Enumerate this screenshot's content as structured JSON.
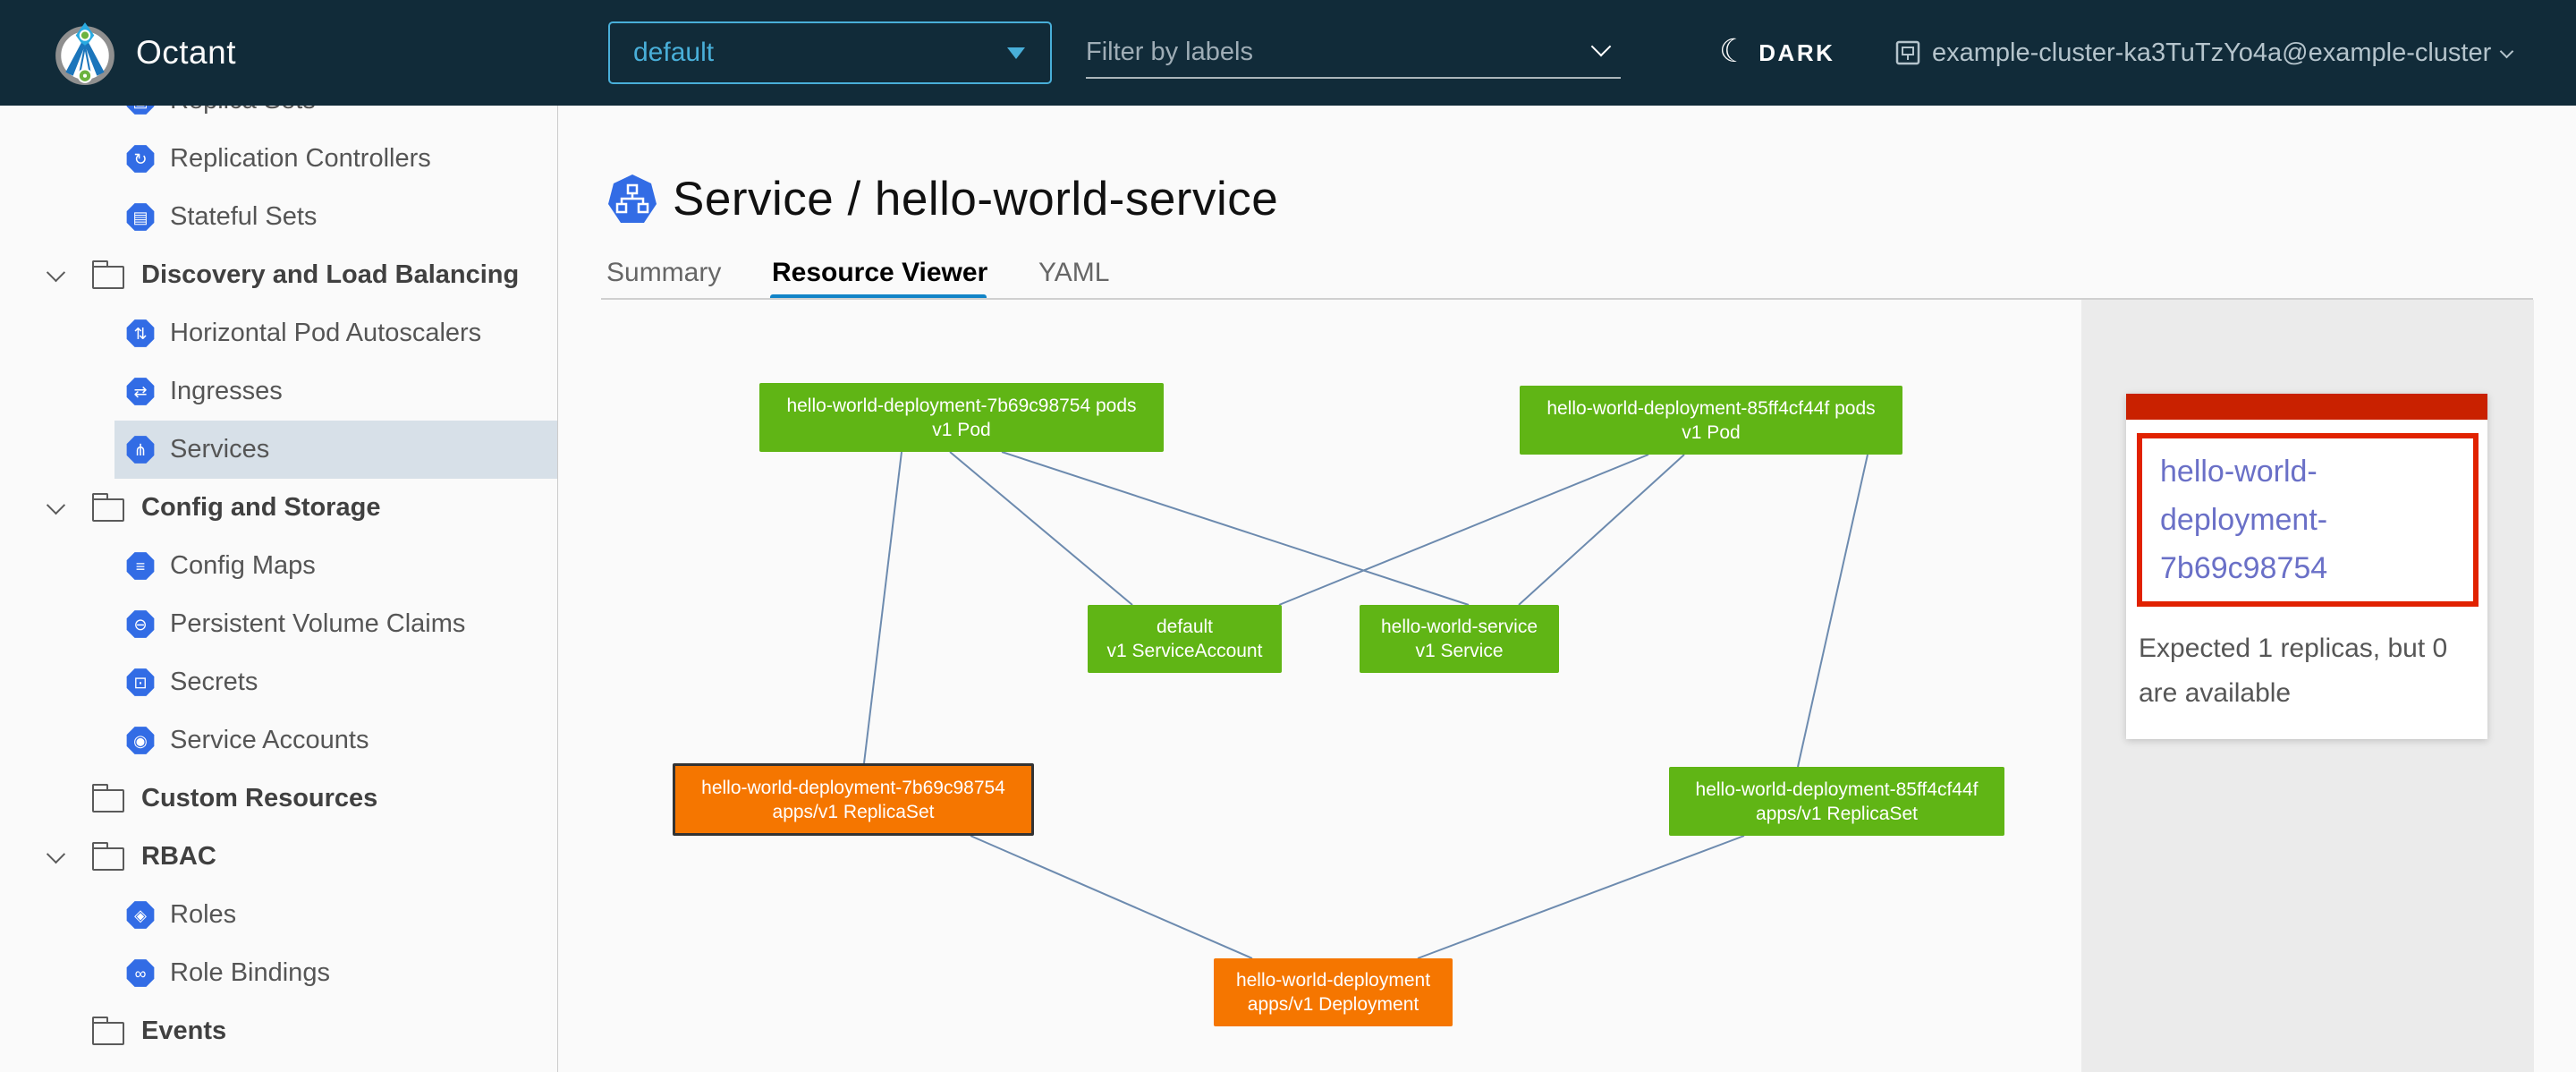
{
  "header": {
    "app_title": "Octant",
    "namespace_selector": {
      "value": "default"
    },
    "filter": {
      "placeholder": "Filter by labels"
    },
    "theme_toggle": {
      "label": "DARK"
    },
    "cluster_selector": {
      "label": "example-cluster-ka3TuTzYo4a@example-cluster"
    }
  },
  "sidebar": {
    "items": [
      {
        "label": "Replica Sets",
        "type": "child",
        "icon_glyph": "▣"
      },
      {
        "label": "Replication Controllers",
        "type": "child",
        "icon_glyph": "↻"
      },
      {
        "label": "Stateful Sets",
        "type": "child",
        "icon_glyph": "▤"
      },
      {
        "label": "Discovery and Load Balancing",
        "type": "group",
        "expanded": true
      },
      {
        "label": "Horizontal Pod Autoscalers",
        "type": "child",
        "icon_glyph": "⇅"
      },
      {
        "label": "Ingresses",
        "type": "child",
        "icon_glyph": "⇄"
      },
      {
        "label": "Services",
        "type": "child",
        "icon_glyph": "⋔",
        "selected": true
      },
      {
        "label": "Config and Storage",
        "type": "group",
        "expanded": true
      },
      {
        "label": "Config Maps",
        "type": "child",
        "icon_glyph": "≡"
      },
      {
        "label": "Persistent Volume Claims",
        "type": "child",
        "icon_glyph": "⊖"
      },
      {
        "label": "Secrets",
        "type": "child",
        "icon_glyph": "⊡"
      },
      {
        "label": "Service Accounts",
        "type": "child",
        "icon_glyph": "◉"
      },
      {
        "label": "Custom Resources",
        "type": "folder"
      },
      {
        "label": "RBAC",
        "type": "group",
        "expanded": true
      },
      {
        "label": "Roles",
        "type": "child",
        "icon_glyph": "◈"
      },
      {
        "label": "Role Bindings",
        "type": "child",
        "icon_glyph": "∞"
      },
      {
        "label": "Events",
        "type": "folder"
      }
    ]
  },
  "main": {
    "page_title": "Service / hello-world-service",
    "tabs": [
      {
        "label": "Summary",
        "active": false
      },
      {
        "label": "Resource Viewer",
        "active": true
      },
      {
        "label": "YAML",
        "active": false
      }
    ]
  },
  "graph": {
    "nodes": [
      {
        "id": "pod-7b69c98754",
        "line1": "hello-world-deployment-7b69c98754 pods",
        "line2": "v1 Pod",
        "status": "ok"
      },
      {
        "id": "pod-85ff4cf44f",
        "line1": "hello-world-deployment-85ff4cf44f pods",
        "line2": "v1 Pod",
        "status": "ok"
      },
      {
        "id": "serviceaccount-default",
        "line1": "default",
        "line2": "v1 ServiceAccount",
        "status": "ok"
      },
      {
        "id": "service-hello-world-service",
        "line1": "hello-world-service",
        "line2": "v1 Service",
        "status": "ok"
      },
      {
        "id": "replicaset-7b69c98754",
        "line1": "hello-world-deployment-7b69c98754",
        "line2": "apps/v1 ReplicaSet",
        "status": "warning",
        "selected": true
      },
      {
        "id": "replicaset-85ff4cf44f",
        "line1": "hello-world-deployment-85ff4cf44f",
        "line2": "apps/v1 ReplicaSet",
        "status": "ok"
      },
      {
        "id": "deployment-hello-world-deployment",
        "line1": "hello-world-deployment",
        "line2": "apps/v1 Deployment",
        "status": "warning"
      }
    ],
    "edges": [
      [
        "pod-7b69c98754",
        "replicaset-7b69c98754"
      ],
      [
        "pod-7b69c98754",
        "serviceaccount-default"
      ],
      [
        "pod-7b69c98754",
        "service-hello-world-service"
      ],
      [
        "pod-85ff4cf44f",
        "serviceaccount-default"
      ],
      [
        "pod-85ff4cf44f",
        "service-hello-world-service"
      ],
      [
        "pod-85ff4cf44f",
        "replicaset-85ff4cf44f"
      ],
      [
        "replicaset-7b69c98754",
        "deployment-hello-world-deployment"
      ],
      [
        "replicaset-85ff4cf44f",
        "deployment-hello-world-deployment"
      ]
    ]
  },
  "detail_panel": {
    "resource_link": "hello-world-deployment-7b69c98754",
    "message": "Expected 1 replicas, but 0 are available"
  },
  "colors": {
    "header_bg": "#112b39",
    "namespace_accent": "#49afd9",
    "nav_icon_blue": "#326ce5",
    "selected_nav_bg": "#d7e0e8",
    "tab_active_underline": "#1284c7",
    "status_ok": "#60b515",
    "status_warning": "#f57600",
    "edge": "#5d7ea6",
    "danger_dark": "#c92100",
    "danger": "#e12200",
    "link": "#6a70c7"
  }
}
